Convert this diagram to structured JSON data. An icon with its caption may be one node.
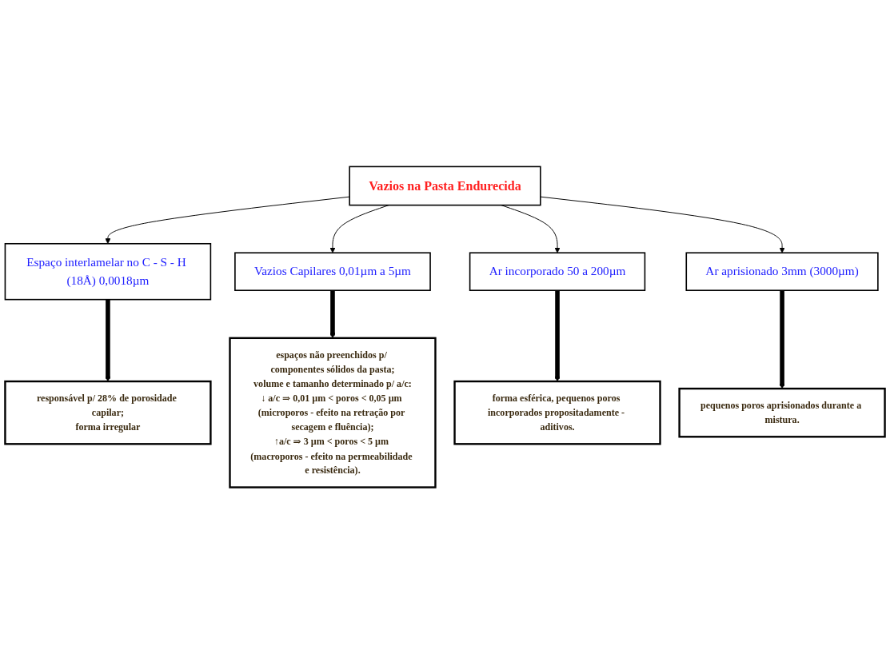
{
  "diagram": {
    "nodes": [
      {
        "text": [
          "Vazios na Pasta Endurecida"
        ]
      },
      {
        "text": [
          "Espaço interlamelar no C - S - H (18Å) 0,0018µm"
        ]
      },
      {
        "text": [
          "Vazios Capilares 0,01µm a 5µm"
        ]
      },
      {
        "text": [
          "Ar incorporado 50 a 200µm"
        ]
      },
      {
        "text": [
          "Ar aprisionado 3mm (3000µm)"
        ]
      },
      {
        "text": [
          "responsável p/ 28% de porosidade capilar;",
          "forma irregular"
        ]
      },
      {
        "text": [
          "espaços não preenchidos p/ componentes sólidos da pasta;",
          "volume e tamanho determinado p/ a/c:",
          "↓ a/c ⇒ 0,01 µm < poros < 0,05 µm (microporos - efeito na retração por secagem e fluência);",
          "↑a/c ⇒ 3 µm < poros < 5 µm (macroporos - efeito na permeabilidade e resistência)."
        ]
      },
      {
        "text": [
          "forma esférica, pequenos poros incorporados propositadamente - aditivos."
        ]
      },
      {
        "text": [
          "pequenos poros aprisionados durante a mistura."
        ]
      }
    ],
    "edges": [
      {
        "from": 0,
        "to": 1,
        "arrow": "to"
      },
      {
        "from": 0,
        "to": 2,
        "arrow": "to"
      },
      {
        "from": 0,
        "to": 3,
        "arrow": "to"
      },
      {
        "from": 0,
        "to": 4,
        "arrow": "to"
      },
      {
        "from": 1,
        "to": 5,
        "arrow": "to",
        "style": "thick"
      },
      {
        "from": 2,
        "to": 6,
        "arrow": "to",
        "style": "thick"
      },
      {
        "from": 3,
        "to": 7,
        "arrow": "to",
        "style": "thick"
      },
      {
        "from": 4,
        "to": 8,
        "arrow": "to",
        "style": "thick"
      }
    ]
  }
}
